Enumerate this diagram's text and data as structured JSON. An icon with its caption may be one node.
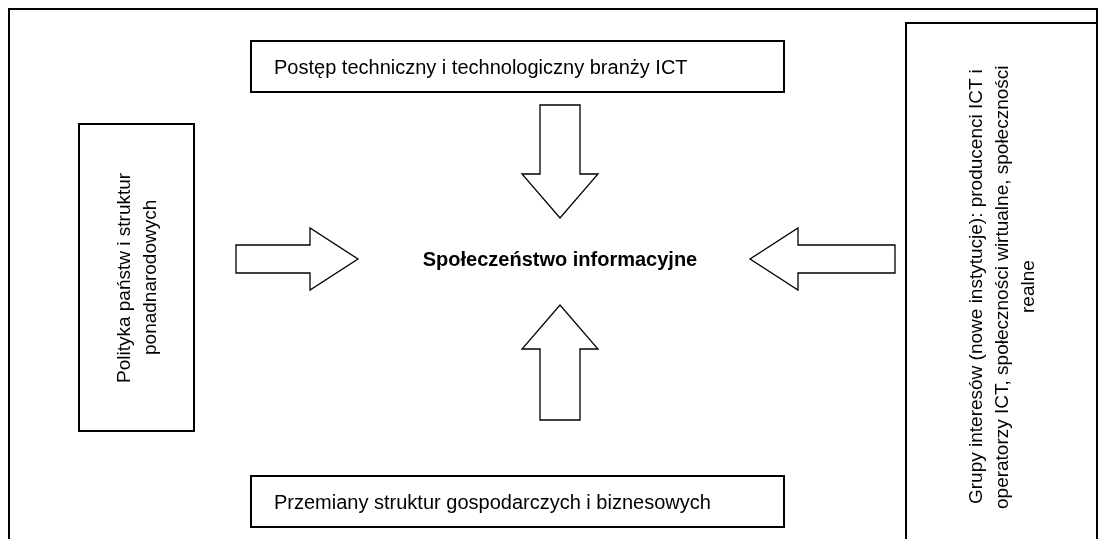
{
  "diagram": {
    "nodes": [
      {
        "text": [
          "Postęp techniczny i technologiczny branży ICT"
        ]
      },
      {
        "text": [
          "Polityka państw i struktur ponadnarodowych"
        ]
      },
      {
        "text": [
          "Społeczeństwo informacyjne"
        ]
      },
      {
        "text": [
          "Grupy interesów (nowe instytucje): producenci ICT i operatorzy ICT, społeczności wirtualne, społeczności realne"
        ]
      },
      {
        "text": [
          "Przemiany struktur gospodarczych i biznesowych"
        ]
      }
    ],
    "edges": [
      {
        "from": 0,
        "to": 2,
        "arrow": "to"
      },
      {
        "from": 1,
        "to": 2,
        "arrow": "to"
      },
      {
        "from": 3,
        "to": 2,
        "arrow": "to"
      },
      {
        "from": 4,
        "to": 2,
        "arrow": "to"
      }
    ]
  }
}
